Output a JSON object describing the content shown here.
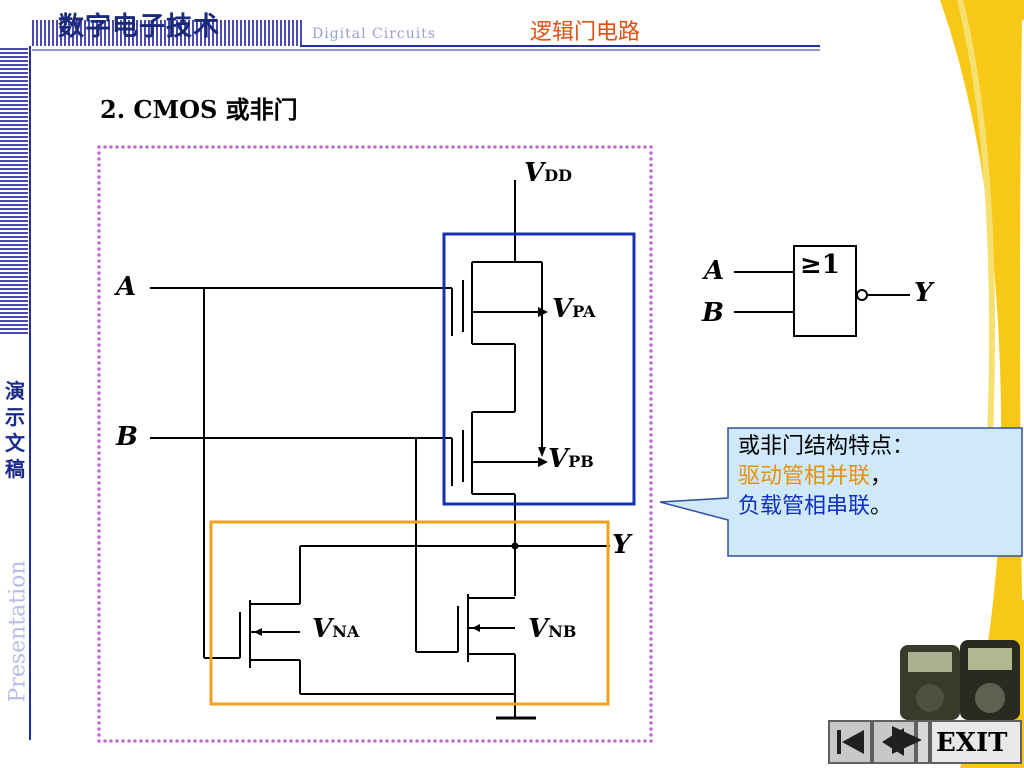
{
  "header": {
    "title": "数字电子技术",
    "subtitle": "Digital  Circuits",
    "topic": "逻辑门电路"
  },
  "slide": {
    "title": "2.   CMOS 或非门"
  },
  "side": {
    "cn_chars": [
      "演",
      "示",
      "文",
      "稿"
    ],
    "en": "Presentation"
  },
  "circuit": {
    "vdd": "V",
    "vdd_sub": "DD",
    "input_a": "A",
    "input_b": "B",
    "output_y": "Y",
    "vpa": "V",
    "vpa_sub": "PA",
    "vpb": "V",
    "vpb_sub": "PB",
    "vna": "V",
    "vna_sub": "NA",
    "vnb": "V",
    "vnb_sub": "NB"
  },
  "symbol": {
    "label": "≥1",
    "input_a": "A",
    "input_b": "B",
    "output": "Y"
  },
  "callout": {
    "line1": "或非门结构特点：",
    "line2": "驱动管相并联",
    "line2_punct": "，",
    "line3": "负载管相串联",
    "line3_punct": "。"
  },
  "nav": {
    "exit": "EXIT"
  },
  "colors": {
    "p_box": "#1530b0",
    "n_box": "#f0a020",
    "dotted_border": "#c070d0",
    "callout_bg": "#cfe8fa",
    "title_blue": "#1a2a7a",
    "topic_orange": "#e05010"
  }
}
